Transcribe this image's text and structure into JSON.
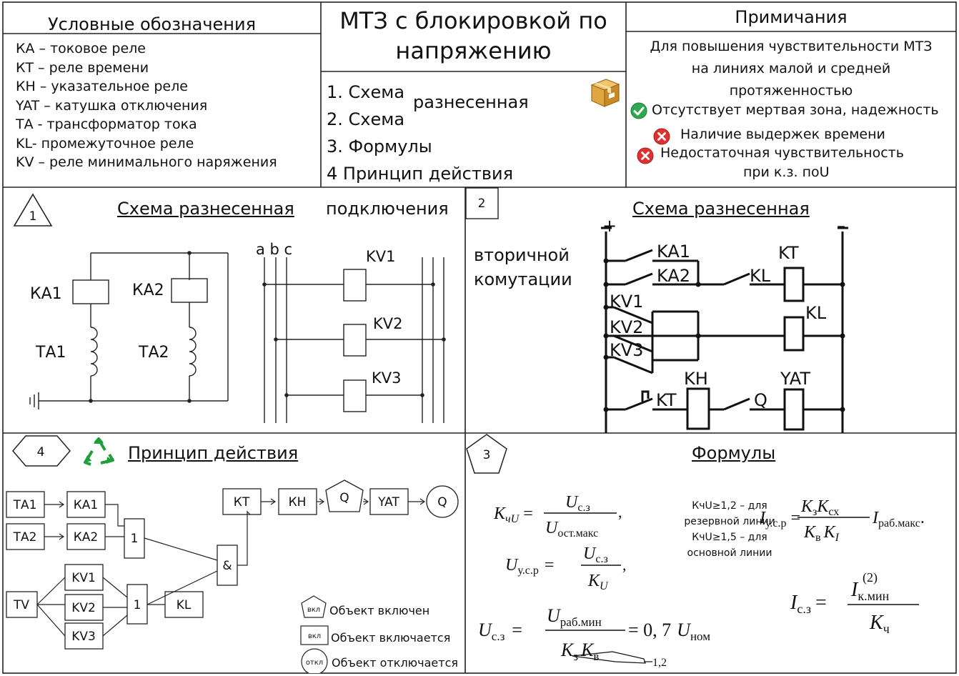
{
  "legend": {
    "title": "Условные  обозначения",
    "items": [
      "КА – токовое реле",
      "КТ – реле времени",
      "КН – указательное реле",
      "YAT – катушка отключения",
      "ТА - трансформатор тока",
      "KL- промежуточное реле",
      "KV – реле минимального наряжения"
    ]
  },
  "center": {
    "title_line1": "МТЗ с блокировкой по",
    "title_line2": "напряжению",
    "menu": [
      "1. Схема",
      "2. Схема",
      "3. Формулы",
      "4 Принцип действия"
    ],
    "menu_suffix": "разнесенная",
    "package_icon": "package-icon"
  },
  "notes": {
    "title": "Примичания",
    "intro": [
      "Для повышения чувствительности МТЗ",
      "на линиях малой и средней",
      "протяженностью"
    ],
    "pro": "Отсутствует мертвая зона, надежность",
    "cons": [
      "Наличие выдержек времени",
      "Недостаточная чувствительность"
    ],
    "cons_tail": "при к.з. поU",
    "pro_color": "#2fa84f",
    "con_color": "#e03131"
  },
  "panel1": {
    "badge": "1",
    "title": "Схема разнесенная",
    "subtitle": "подключения",
    "left": {
      "ka1": "КА1",
      "ka2": "КА2",
      "ta1": "ТА1",
      "ta2": "ТА2"
    },
    "right": {
      "phases": "a b c",
      "kv1": "KV1",
      "kv2": "KV2",
      "kv3": "KV3"
    }
  },
  "panel2": {
    "badge": "2",
    "title": "Схема разнесенная",
    "subtitle_line1": "вторичной",
    "subtitle_line2": "комутации",
    "plus": "+",
    "minus": "–",
    "labels": {
      "ka1": "KA1",
      "ka2": "KA2",
      "kl": "KL",
      "kt": "KT",
      "kv1": "KV1",
      "kv2": "KV2",
      "kv3": "KV3",
      "kl2": "KL",
      "kh": "KH",
      "yat": "YAT",
      "kt2": "KT",
      "q": "Q"
    }
  },
  "panel3": {
    "badge": "3",
    "title": "Формулы",
    "f1": {
      "lhs": "K",
      "lhs_sub": "чU",
      "num": "U",
      "num_sub": "с.з",
      "den": "U",
      "den_sub": "ост.макс",
      "tail": ","
    },
    "notes": [
      "КчU≥1,2 – для",
      "резервной линии",
      "КчU≥1,5 – для",
      "основной линии"
    ],
    "f2": {
      "lhs": "U",
      "lhs_sub": "у.с.р",
      "num": "U",
      "num_sub": "с.з",
      "den": "K",
      "den_sub": "U",
      "tail": ","
    },
    "f3": {
      "lhs": "I",
      "lhs_sub": "у.с.р",
      "num_a": "K",
      "num_a_sub": "з",
      "num_b": "K",
      "num_b_sub": "сх",
      "den_a": "K",
      "den_a_sub": "в",
      "den_b": "K",
      "den_b_sub": "I",
      "tail": "I",
      "tail_sub": "раб.макс",
      "tail_end": "."
    },
    "f4": {
      "lhs": "I",
      "lhs_sub": "с.з",
      "num": "I",
      "num_sub": "к.мин",
      "num_sup": "(2)",
      "den": "K",
      "den_sub": "ч"
    },
    "f5": {
      "lhs": "U",
      "lhs_sub": "с.з",
      "num": "U",
      "num_sub": "раб.мин",
      "den_a": "K",
      "den_a_sub": "з",
      "den_b": "K",
      "den_b_sub": "в",
      "rhs": "= 0, 7",
      "rhs_u": "U",
      "rhs_sub": "ном",
      "callout": "1,2"
    }
  },
  "panel4": {
    "badge": "4",
    "title": "Принцип действия",
    "recycle_icon": "recycle-icon",
    "recycle_color": "#1f9e3a",
    "blocks": {
      "ta1": "ТА1",
      "ka1": "КА1",
      "ta2": "ТА2",
      "ka2": "КА2",
      "or1": "1",
      "and": "&",
      "kt": "КТ",
      "kh": "КН",
      "q1": "Q",
      "yat": "YAT",
      "q2": "Q",
      "tv": "TV",
      "kv1": "KV1",
      "kv2": "KV2",
      "kv3": "KV3",
      "or2": "1",
      "kl": "KL"
    },
    "legend": {
      "on_tag": "вкл",
      "on": "Объект включен",
      "turning_on_tag": "вкл",
      "turning_on": "Объект включается",
      "off_tag": "откл",
      "off": "Объект отключается"
    }
  }
}
